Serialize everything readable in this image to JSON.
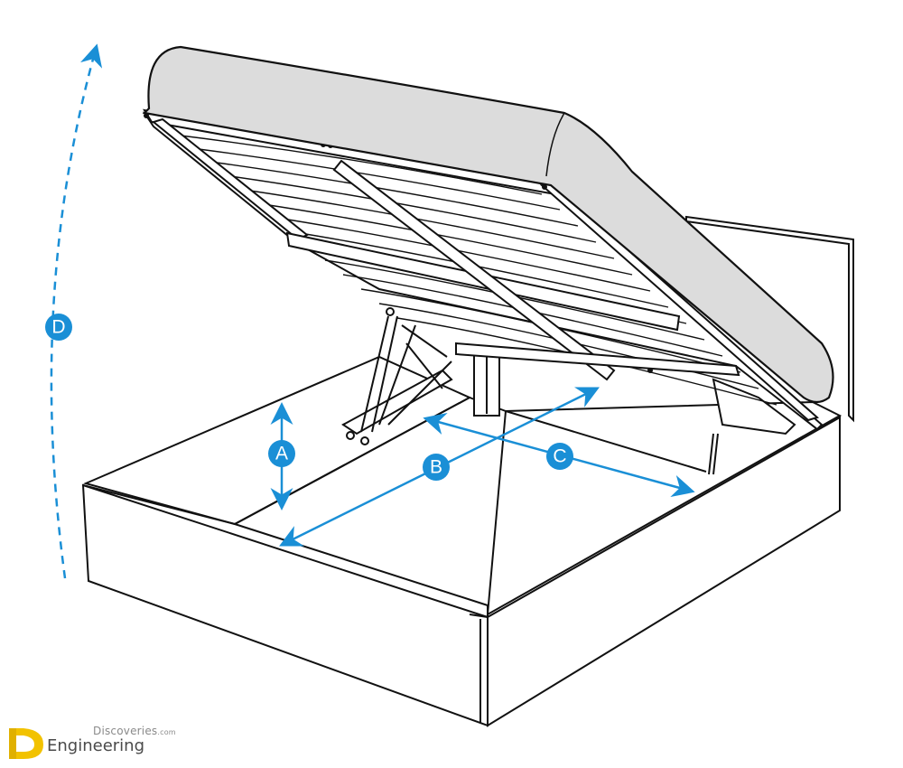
{
  "labels": {
    "a": "A",
    "b": "B",
    "c": "C",
    "d": "D"
  },
  "watermark": {
    "site_top": "Discoveries",
    "site_suffix": ".com",
    "site_bottom": "Engineering"
  },
  "colors": {
    "accent": "#1a8fd6",
    "stroke": "#111111",
    "mattress": "#dcdcdc",
    "logo_yellow": "#f2c200"
  }
}
